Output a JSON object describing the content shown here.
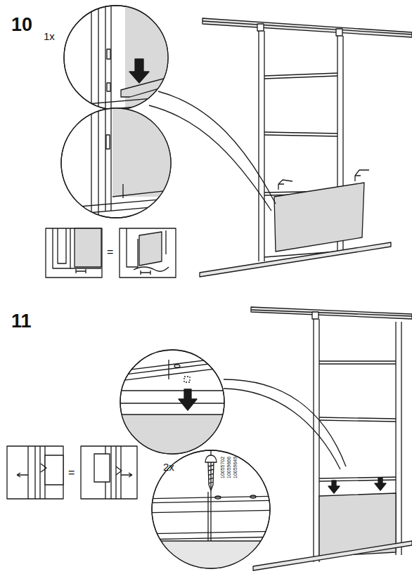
{
  "diagram": {
    "labels": [
      "10",
      "1x",
      "=",
      "11",
      "=",
      "2x",
      "10055702",
      "10059666",
      "10059649"
    ]
  }
}
